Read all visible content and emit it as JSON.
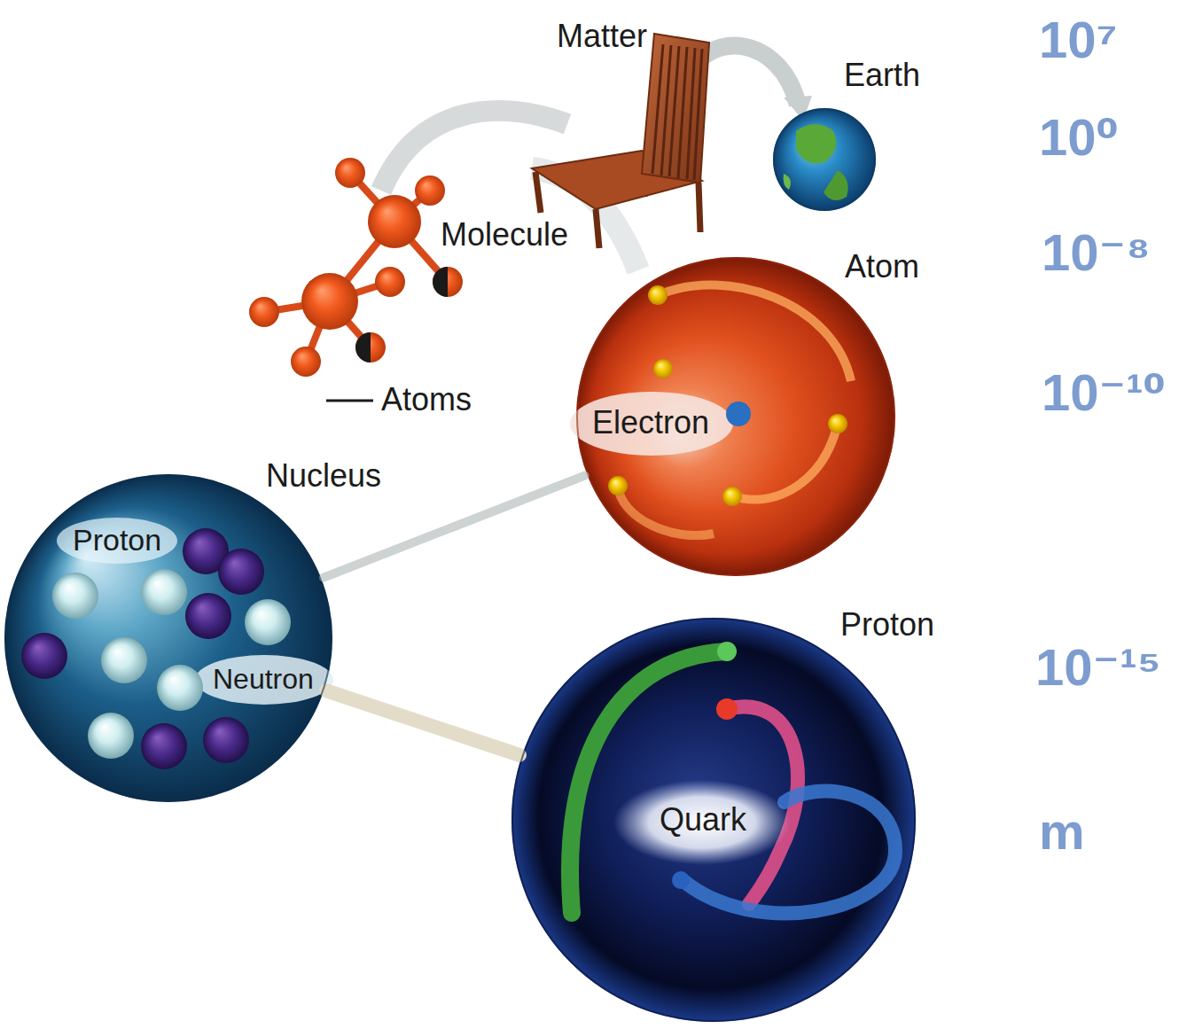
{
  "diagram": {
    "nodes": [
      {
        "text": [
          "Earth"
        ]
      },
      {
        "text": [
          "Atom",
          "Electron"
        ]
      },
      {
        "text": [
          "Nucleus",
          "Proton",
          "Neutron"
        ]
      },
      {
        "text": [
          "Proton",
          "Quark"
        ]
      }
    ],
    "edges": [
      {
        "from": 2,
        "to": 1,
        "arrow": "none"
      },
      {
        "from": 3,
        "to": 2,
        "arrow": "none"
      }
    ],
    "labels": [
      "Matter",
      "Molecule",
      "Atoms",
      "10⁷",
      "10⁰",
      "10⁻⁸",
      "10⁻¹⁰",
      "10⁻¹⁵",
      "m"
    ]
  }
}
